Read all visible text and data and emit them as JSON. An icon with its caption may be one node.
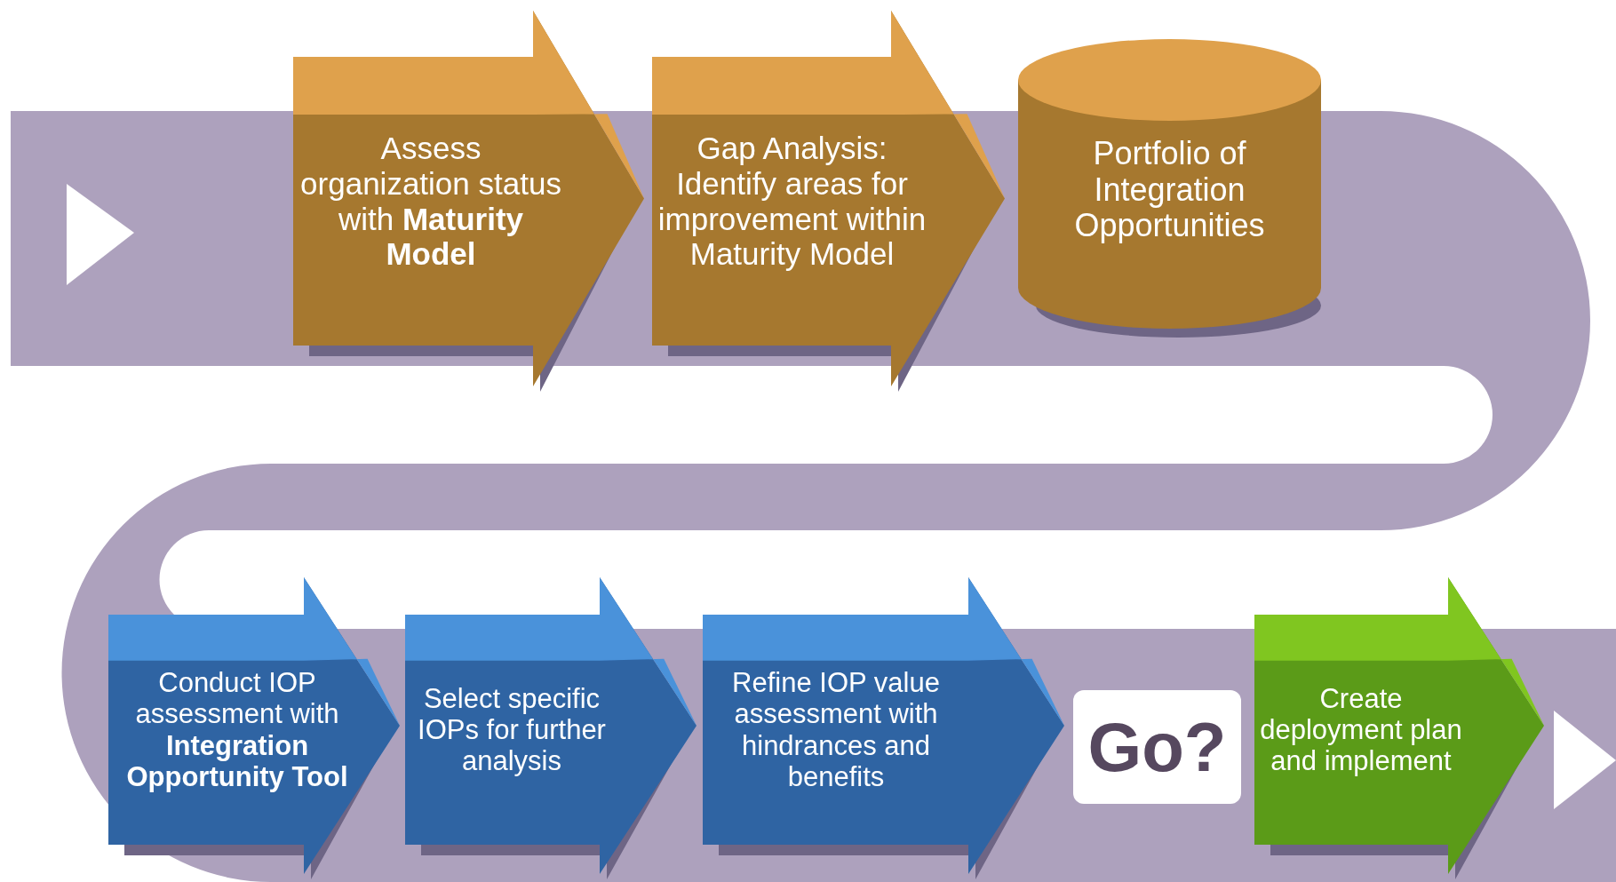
{
  "diagram": {
    "nodes": [
      {
        "text": [
          "Assess organization status with **Maturity Model**"
        ]
      },
      {
        "text": [
          "Gap Analysis: Identify areas for improvement within Maturity Model"
        ]
      },
      {
        "text": [
          "Portfolio of Integration Opportunities"
        ]
      },
      {
        "text": [
          "Conduct IOP assessment with **Integration Opportunity Tool**"
        ]
      },
      {
        "text": [
          "Select specific IOPs for further analysis"
        ]
      },
      {
        "text": [
          "Refine IOP value assessment with hindrances and benefits"
        ]
      },
      {
        "text": [
          "Go?"
        ]
      },
      {
        "text": [
          "Create deployment plan and implement"
        ]
      }
    ]
  }
}
